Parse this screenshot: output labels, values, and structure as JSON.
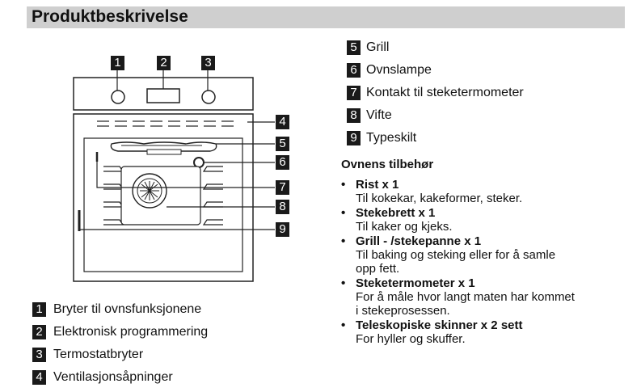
{
  "section": {
    "title": "Produktbeskrivelse"
  },
  "diagram": {
    "callouts": [
      "1",
      "2",
      "3",
      "4",
      "5",
      "6",
      "7",
      "8",
      "9"
    ]
  },
  "legend": [
    {
      "num": "1",
      "text": "Bryter til ovnsfunksjonene"
    },
    {
      "num": "2",
      "text": "Elektronisk programmering"
    },
    {
      "num": "3",
      "text": "Termostatbryter"
    },
    {
      "num": "4",
      "text": "Ventilasjonsåpninger"
    },
    {
      "num": "5",
      "text": "Grill"
    },
    {
      "num": "6",
      "text": "Ovnslampe"
    },
    {
      "num": "7",
      "text": "Kontakt til steketermometer"
    },
    {
      "num": "8",
      "text": "Vifte"
    },
    {
      "num": "9",
      "text": "Typeskilt"
    }
  ],
  "accessories": {
    "heading": "Ovnens tilbehør",
    "bullet": "•",
    "items": [
      {
        "name": "Rist x 1",
        "desc": [
          "Til kokekar, kakeformer, steker."
        ]
      },
      {
        "name": "Stekebrett x 1",
        "desc": [
          "Til kaker og kjeks."
        ]
      },
      {
        "name": "Grill - /stekepanne x 1",
        "desc": [
          "Til baking og steking eller for å samle",
          "opp fett."
        ]
      },
      {
        "name": "Steketermometer x 1",
        "desc": [
          "For å måle hvor langt maten har kommet",
          "i stekeprosessen."
        ]
      },
      {
        "name": "Teleskopiske skinner x 2 sett",
        "desc": [
          "For hyller og skuffer."
        ]
      }
    ]
  }
}
